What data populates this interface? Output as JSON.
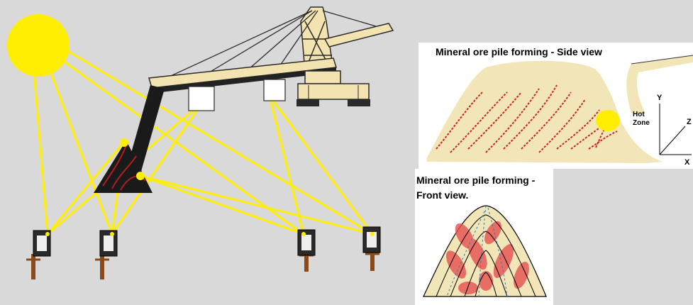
{
  "side_view": {
    "title": "Mineral ore pile forming - Side view",
    "hot_zone_line1": "Hot",
    "hot_zone_line2": "Zone",
    "axis_y": "Y",
    "axis_z": "Z",
    "axis_x": "X"
  },
  "front_view": {
    "title_line1": "Mineral ore pile forming -",
    "title_line2": "Front view."
  },
  "colors": {
    "background": "#d9d9d9",
    "sun": "#ffee00",
    "sight_lines": "#ffee00",
    "ore_pile": "#f2e6b8",
    "hot_streaks": "#cc2222",
    "machine_body": "#f3e3b0",
    "machine_outline": "#2a2a2a",
    "hot_zone": "#ffee00"
  },
  "icons": {
    "sun": "sun-icon",
    "camera": "thermal-camera-icon",
    "stacker": "stacker-reclaimer-icon"
  }
}
